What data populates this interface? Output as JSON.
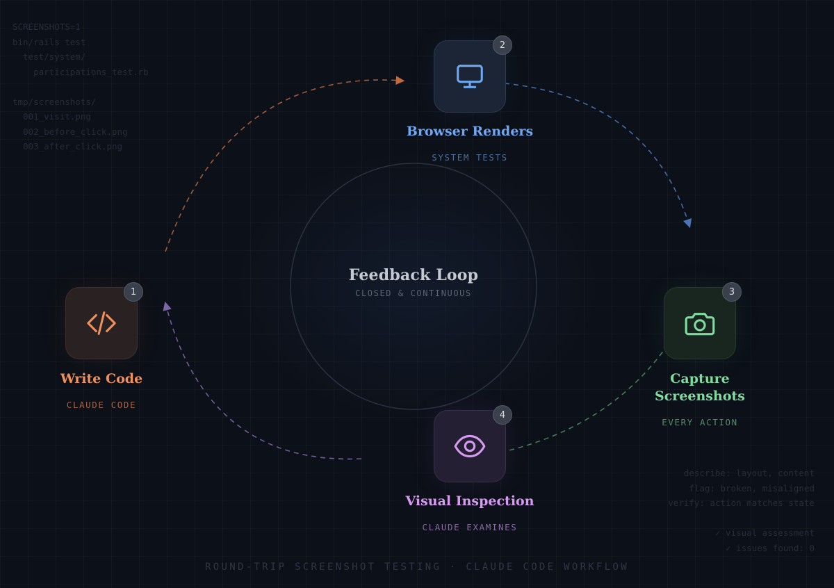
{
  "code_left": [
    "SCREENSHOTS=1",
    "bin/rails test",
    "  test/system/",
    "    participations_test.rb",
    "",
    "tmp/screenshots/",
    "  001_visit.png",
    "  002_before_click.png",
    "  003_after_click.png"
  ],
  "code_right": [
    "describe: layout, content",
    "flag: broken, misaligned",
    "verify: action matches state",
    "",
    "✓ visual assessment",
    "✓ issues found: 0"
  ],
  "center": {
    "title": "Feedback Loop",
    "subtitle": "CLOSED & CONTINUOUS"
  },
  "nodes": [
    {
      "number": "1",
      "title": "Write Code",
      "subtitle": "CLAUDE CODE",
      "icon": "code-brackets-icon",
      "color": "#f0905a"
    },
    {
      "number": "2",
      "title": "Browser Renders",
      "subtitle": "SYSTEM TESTS",
      "icon": "monitor-icon",
      "color": "#6fa7f0"
    },
    {
      "number": "3",
      "title": "Capture\nScreenshots",
      "subtitle": "EVERY ACTION",
      "icon": "camera-icon",
      "color": "#7fdc9f"
    },
    {
      "number": "4",
      "title": "Visual Inspection",
      "subtitle": "CLAUDE EXAMINES",
      "icon": "eye-icon",
      "color": "#d69af0"
    }
  ],
  "arrow_colors": {
    "write_to_browser": "#c06a3e",
    "browser_to_capture": "#4a75b8",
    "capture_to_inspect": "#4a8a66",
    "inspect_to_write": "#7c68a8"
  },
  "footer": "ROUND-TRIP SCREENSHOT TESTING · CLAUDE CODE WORKFLOW"
}
